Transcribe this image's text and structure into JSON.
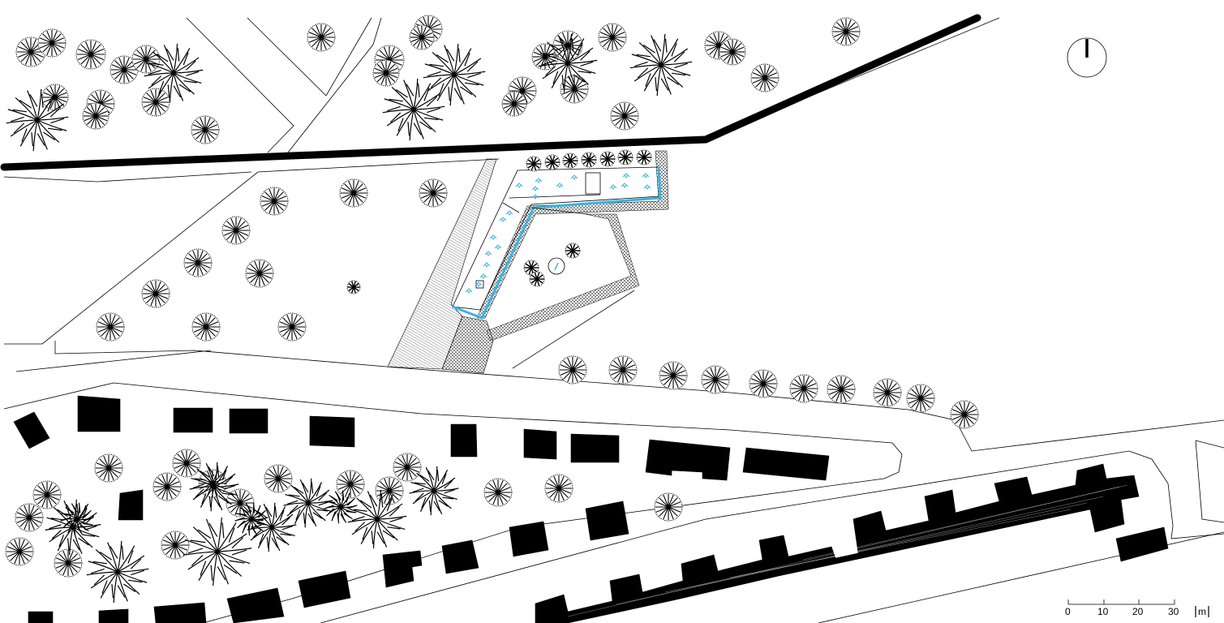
{
  "scale_bar": {
    "ticks": [
      "0",
      "10",
      "20",
      "30"
    ],
    "unit": "m"
  },
  "north_arrow": {
    "icon": "north-arrow-icon"
  },
  "colors": {
    "line": "#000000",
    "water": "#3ab3e0",
    "background": "#ffffff"
  },
  "icons": {
    "small_tree": "radial-tree-icon",
    "large_tree": "branching-tree-icon",
    "plant": "plant-tuft-icon"
  }
}
